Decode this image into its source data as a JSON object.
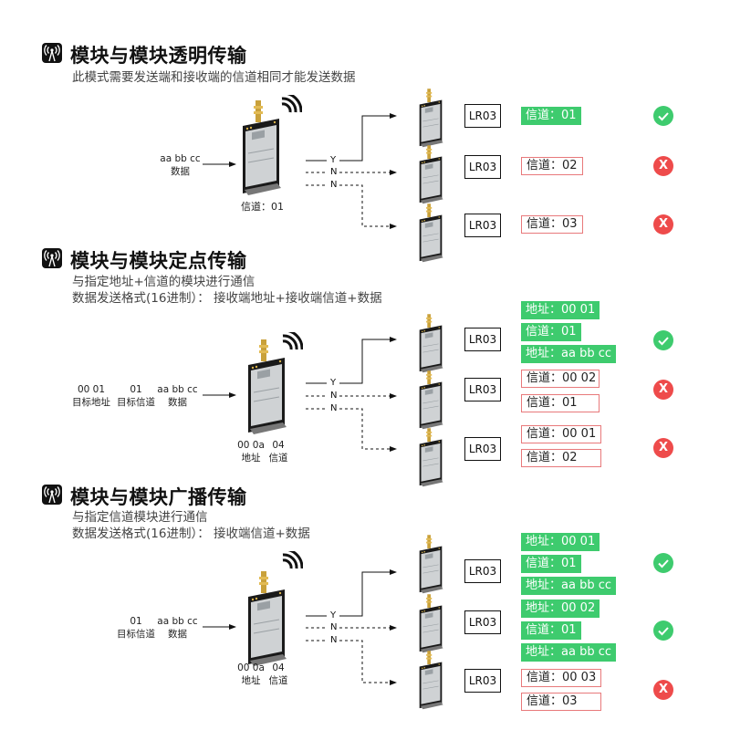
{
  "sections": [
    {
      "title": "模块与模块透明传输",
      "subtitle_lines": [
        "此模式需要发送端和接收端的信道相同才能发送数据"
      ],
      "sender": {
        "inputs": [
          {
            "value": "aa bb cc",
            "label": "数据"
          }
        ],
        "caption_lines": [
          "信道：01"
        ]
      },
      "branches": [
        "Y",
        "N",
        "N"
      ],
      "receivers": [
        {
          "model": "LR03",
          "tags": [
            {
              "text": "信道：01",
              "ok": true
            }
          ],
          "result": "success"
        },
        {
          "model": "LR03",
          "tags": [
            {
              "text": "信道：02",
              "ok": false
            }
          ],
          "result": "fail"
        },
        {
          "model": "LR03",
          "tags": [
            {
              "text": "信道：03",
              "ok": false
            }
          ],
          "result": "fail"
        }
      ]
    },
    {
      "title": "模块与模块定点传输",
      "subtitle_lines": [
        "与指定地址+信道的模块进行通信",
        "数据发送格式(16进制）： 接收端地址+接收端信道+数据"
      ],
      "sender": {
        "inputs": [
          {
            "value": "00 01",
            "label": "目标地址"
          },
          {
            "value": "01",
            "label": "目标信道"
          },
          {
            "value": "aa bb cc",
            "label": "数据"
          }
        ],
        "caption_values": [
          {
            "value": "00 0a",
            "label": "地址"
          },
          {
            "value": "04",
            "label": "信道"
          }
        ]
      },
      "branches": [
        "Y",
        "N",
        "N"
      ],
      "receivers": [
        {
          "model": "LR03",
          "tags": [
            {
              "text": "地址：00 01",
              "ok": true
            },
            {
              "text": "信道：01",
              "ok": true
            },
            {
              "text": "地址：aa bb cc",
              "ok": true
            }
          ],
          "result": "success"
        },
        {
          "model": "LR03",
          "tags": [
            {
              "text": "信道：00 02",
              "ok": false
            },
            {
              "text": "信道：01",
              "ok": false
            }
          ],
          "result": "fail"
        },
        {
          "model": "LR03",
          "tags": [
            {
              "text": "信道：00 01",
              "ok": false
            },
            {
              "text": "信道：02",
              "ok": false
            }
          ],
          "result": "fail"
        }
      ]
    },
    {
      "title": "模块与模块广播传输",
      "subtitle_lines": [
        "与指定信道模块进行通信",
        "数据发送格式(16进制）： 接收端信道+数据"
      ],
      "sender": {
        "inputs": [
          {
            "value": "01",
            "label": "目标信道"
          },
          {
            "value": "aa bb cc",
            "label": "数据"
          }
        ],
        "caption_values": [
          {
            "value": "00 0a",
            "label": "地址"
          },
          {
            "value": "04",
            "label": "信道"
          }
        ]
      },
      "branches": [
        "Y",
        "N",
        "N"
      ],
      "receivers": [
        {
          "model": "LR03",
          "tags": [
            {
              "text": "地址：00 01",
              "ok": true
            },
            {
              "text": "信道：01",
              "ok": true
            },
            {
              "text": "地址：aa bb cc",
              "ok": true
            }
          ],
          "result": "success"
        },
        {
          "model": "LR03",
          "tags": [
            {
              "text": "地址：00 02",
              "ok": true
            },
            {
              "text": "信道：01",
              "ok": true
            },
            {
              "text": "地址：aa bb cc",
              "ok": true
            }
          ],
          "result": "success"
        },
        {
          "model": "LR03",
          "tags": [
            {
              "text": "信道：00 03",
              "ok": false
            },
            {
              "text": "信道：03",
              "ok": false
            }
          ],
          "result": "fail"
        }
      ]
    }
  ],
  "status_icons": {
    "success": "check-icon",
    "fail": "x-icon",
    "fail_glyph": "X"
  },
  "colors": {
    "success": "#3ecb6e",
    "fail": "#ee4b4b",
    "fail_border": "#e8797b"
  }
}
